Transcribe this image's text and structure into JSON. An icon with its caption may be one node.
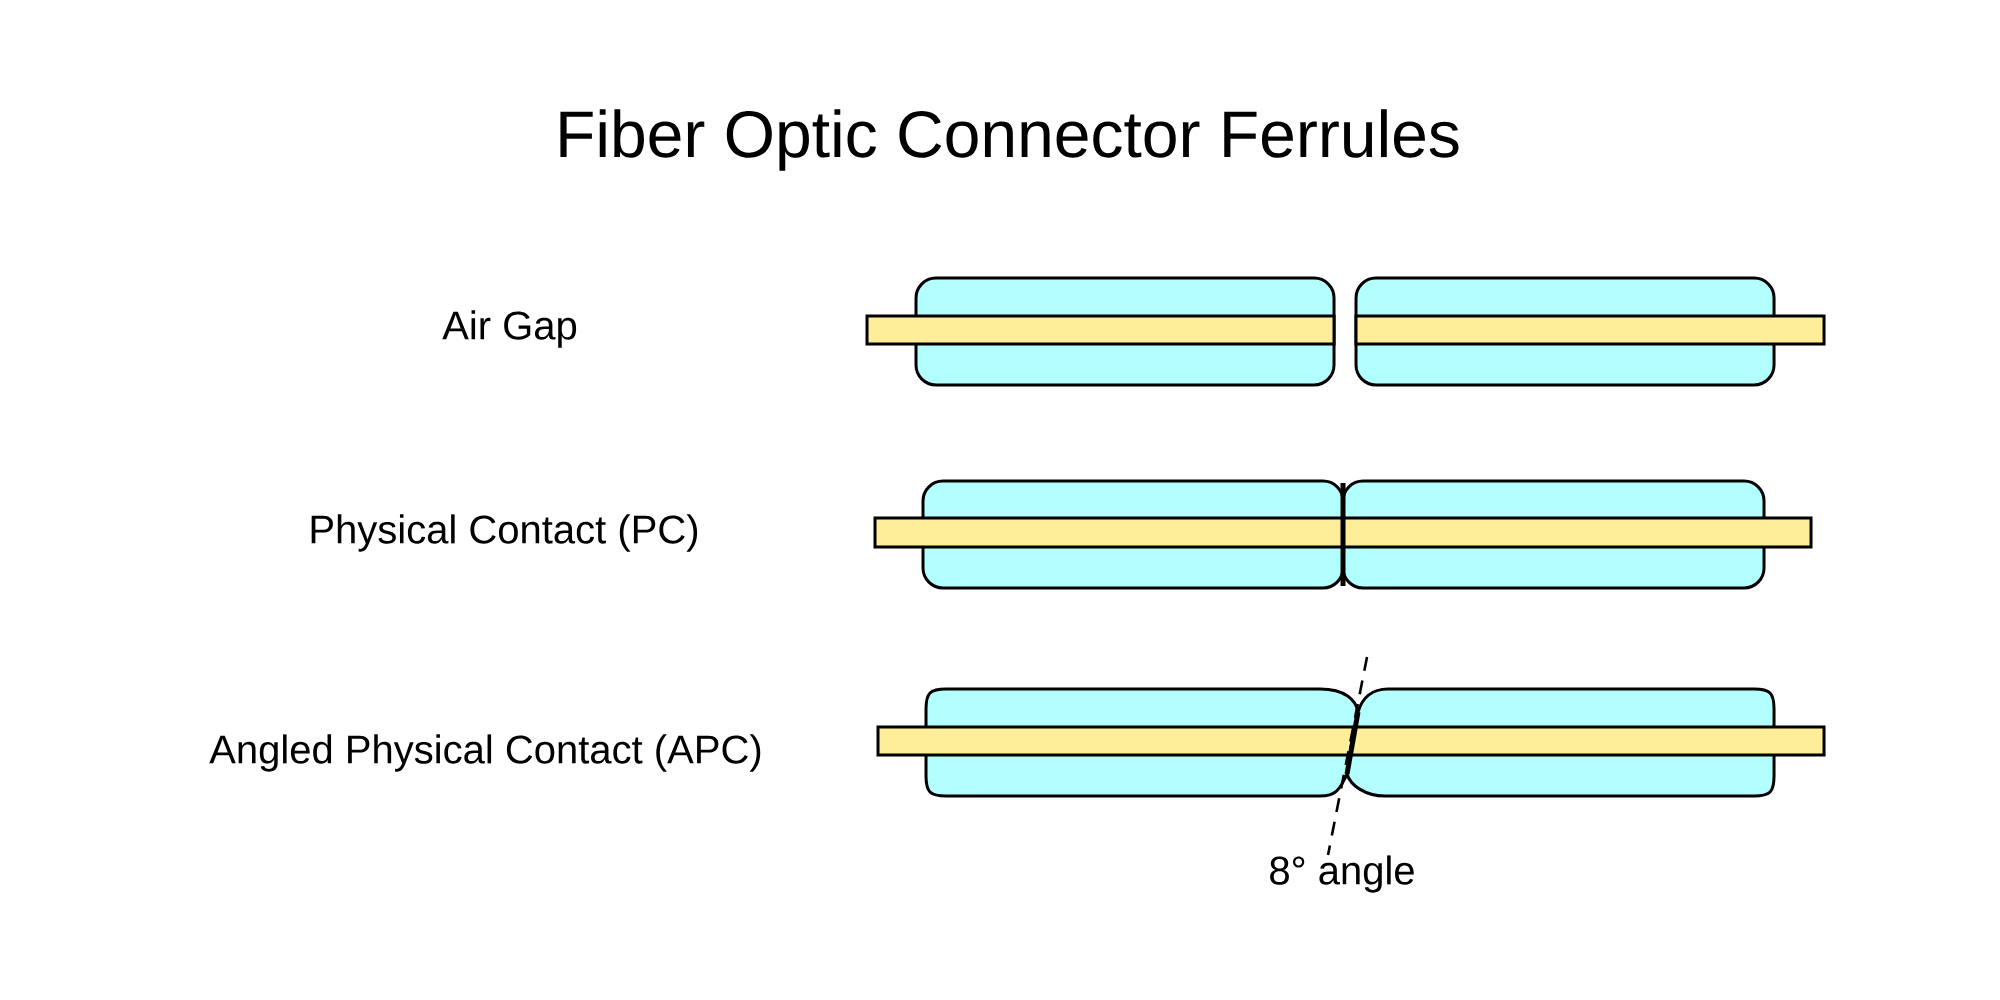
{
  "diagram": {
    "title": "Fiber Optic Connector Ferrules",
    "labels": [
      "Air Gap",
      "Physical Contact (PC)",
      "Angled Physical Contact (APC)",
      "8° angle"
    ]
  }
}
